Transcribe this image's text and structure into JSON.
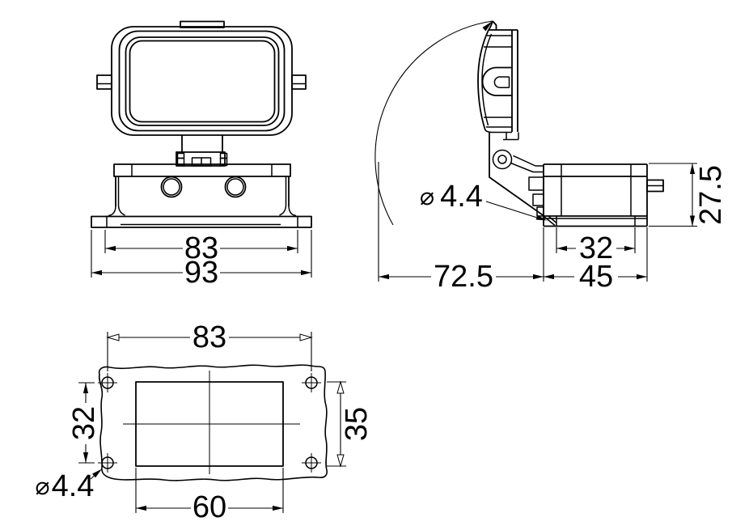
{
  "document": {
    "type": "technical dimension drawing",
    "background": "#ffffff",
    "line_color": "#000000"
  },
  "views": {
    "front": {
      "name": "front view - cover closed",
      "dims": {
        "hole_spacing": "83",
        "flange_width": "93"
      }
    },
    "side": {
      "name": "side view - cover open",
      "dims": {
        "hole_diameter_symbol": "⌀",
        "hole_diameter_value": "4.4",
        "swing_clearance": "72.5",
        "base_width": "45",
        "hole_spacing": "32",
        "base_height": "27.5"
      }
    },
    "panel": {
      "name": "panel cutout view",
      "dims": {
        "hole_spacing_x": "83",
        "hole_spacing_y": "32",
        "cutout_height": "35",
        "cutout_width": "60",
        "hole_diameter_symbol": "⌀",
        "hole_diameter_value": "4.4"
      }
    }
  }
}
